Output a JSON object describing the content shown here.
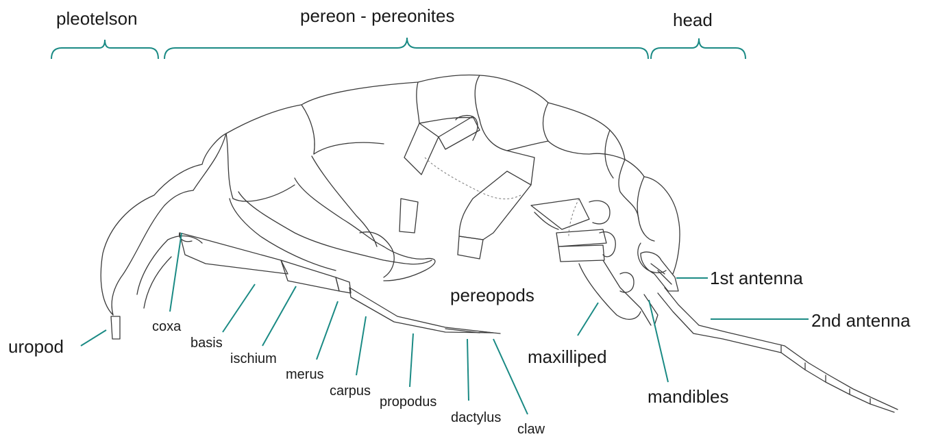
{
  "regions": {
    "pleotelson": "pleotelson",
    "pereon": "pereon - pereonites",
    "head": "head"
  },
  "labels": {
    "uropod": "uropod",
    "coxa": "coxa",
    "basis": "basis",
    "ischium": "ischium",
    "merus": "merus",
    "carpus": "carpus",
    "propodus": "propodus",
    "dactylus": "dactylus",
    "claw": "claw",
    "pereopods": "pereopods",
    "maxilliped": "maxilliped",
    "mandibles": "mandibles",
    "antenna1": "1st antenna",
    "antenna2": "2nd antenna"
  },
  "colors": {
    "leader": "#1a8a84",
    "outline": "#3a3a3a",
    "text": "#1a1a1a"
  }
}
